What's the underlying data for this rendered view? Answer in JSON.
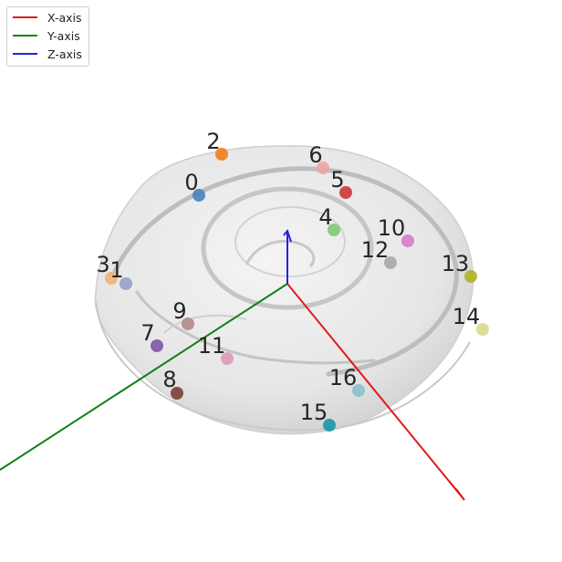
{
  "legend": {
    "items": [
      {
        "label": "X-axis",
        "color": "#e11b1b"
      },
      {
        "label": "Y-axis",
        "color": "#138013"
      },
      {
        "label": "Z-axis",
        "color": "#2222dd"
      }
    ]
  },
  "axes_colors": {
    "x": "#e11b1b",
    "y": "#138013",
    "z": "#2222dd"
  },
  "points": [
    {
      "label": "0",
      "color": "#4a86bd"
    },
    {
      "label": "1",
      "color": "#95a3c8"
    },
    {
      "label": "2",
      "color": "#f07f1c"
    },
    {
      "label": "3",
      "color": "#f3b279"
    },
    {
      "label": "4",
      "color": "#86c97a"
    },
    {
      "label": "5",
      "color": "#cc3a3a"
    },
    {
      "label": "6",
      "color": "#eea5a5"
    },
    {
      "label": "7",
      "color": "#7f5aa5"
    },
    {
      "label": "8",
      "color": "#7b4139"
    },
    {
      "label": "9",
      "color": "#b38a85"
    },
    {
      "label": "10",
      "color": "#d57fc6"
    },
    {
      "label": "11",
      "color": "#dc9ab7"
    },
    {
      "label": "12",
      "color": "#a9a9a9"
    },
    {
      "label": "13",
      "color": "#b3b12a"
    },
    {
      "label": "14",
      "color": "#d9db8e"
    },
    {
      "label": "15",
      "color": "#1e96a8"
    },
    {
      "label": "16",
      "color": "#8dc0cb"
    }
  ]
}
